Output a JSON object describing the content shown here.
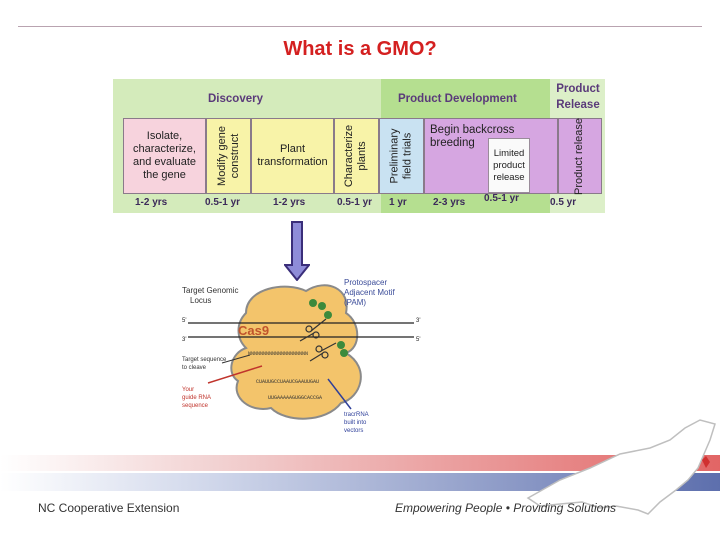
{
  "slide": {
    "title": "What is a GMO?"
  },
  "pipeline": {
    "phases": [
      {
        "label": "Discovery",
        "color": "#d4ebbb"
      },
      {
        "label": "Product Development",
        "color": "#b5df90"
      },
      {
        "label_line1": "Product",
        "label_line2": "Release",
        "color": "#dcefc8"
      }
    ],
    "stages": [
      {
        "line1": "Isolate,",
        "line2": "characterize,",
        "line3": "and evaluate",
        "line4": "the gene",
        "color": "#f7d3dd"
      },
      {
        "line1": "Modify gene",
        "line2": "construct",
        "color": "#f8f3a8"
      },
      {
        "line1": "Plant",
        "line2": "transformation",
        "color": "#f8f3a8"
      },
      {
        "line1": "Characterize",
        "line2": "plants",
        "color": "#f8f3a8"
      },
      {
        "line1": "Preliminary",
        "line2": "field trials",
        "color": "#c9e2f2"
      },
      {
        "line1": "Begin backcross",
        "line2": "breeding",
        "inner1": "Limited",
        "inner2": "product",
        "inner3": "release",
        "color": "#d6a6e1"
      },
      {
        "line1": "Product release",
        "color": "#d6a6e1"
      }
    ],
    "durations": [
      "1-2 yrs",
      "0.5-1 yr",
      "1-2 yrs",
      "0.5-1 yr",
      "1 yr",
      "2-3 yrs",
      "0.5-1 yr",
      "0.5 yr"
    ]
  },
  "cas9_figure": {
    "target_locus_1": "Target Genomic",
    "target_locus_2": "Locus",
    "pam_1": "Protospacer",
    "pam_2": "Adjacent Motif",
    "pam_3": "(PAM)",
    "protein": "Cas9",
    "target_seq_1": "Target sequence",
    "target_seq_2": "to cleave",
    "guide_1": "Your",
    "guide_2": "guide RNA",
    "guide_3": "sequence",
    "tracr_1": "tracrRNA",
    "tracr_2": "built into",
    "tracr_3": "vectors",
    "five_prime": "5'",
    "three_prime": "3'",
    "seq_a": "NNNNNNNNNNNNNNNNNNNN",
    "seq_b": "CUAUUGCCUAAUCGAAUUGAU",
    "seq_c": "UUGAAAAAGUGGCACCGA"
  },
  "footer": {
    "left": "NC Cooperative Extension",
    "right": "Empowering People • Providing Solutions"
  },
  "colors": {
    "title": "#d42020",
    "arrow_border": "#3a2e7a",
    "arrow_fill": "#8e8cd8"
  }
}
